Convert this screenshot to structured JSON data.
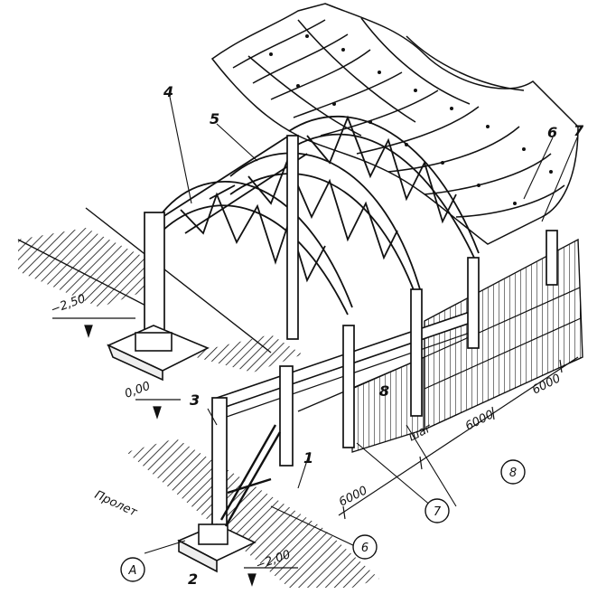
{
  "callouts": {
    "n1": "1",
    "n2": "2",
    "n3": "3",
    "n4": "4",
    "n5": "5",
    "n6_top": "6",
    "n7_top": "7",
    "n8_inside": "8",
    "axis_a": "A",
    "circle_6": "6",
    "circle_7": "7",
    "circle_8": "8"
  },
  "elevations": {
    "upper": "−2,50",
    "ground": "0,00",
    "lower": "−2,00"
  },
  "dimensions": {
    "step_label": "шаг",
    "bay_1": "6000",
    "bay_2": "6000",
    "bay_3": "6000"
  },
  "span_label": "Пролет",
  "colors": {
    "ink": "#111111",
    "paper": "#ffffff"
  }
}
